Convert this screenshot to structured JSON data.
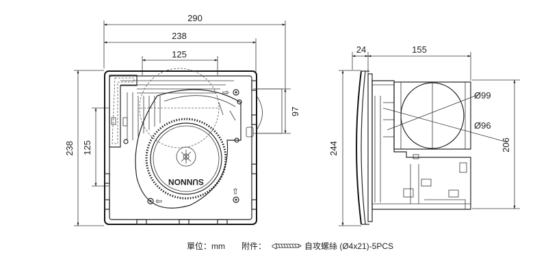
{
  "front_view": {
    "dim_overall_width": "290",
    "dim_body_width": "238",
    "dim_duct_spacing": "125",
    "dim_offset_right": "97",
    "dim_height_left": "238",
    "dim_height_inner": "125",
    "brand": "SUNNON"
  },
  "side_view": {
    "dim_depth_front": "24",
    "dim_depth_body": "155",
    "dim_height_left": "244",
    "dim_height_right": "206",
    "duct_outer": "Ø99",
    "duct_inner": "Ø96"
  },
  "footer": {
    "unit_label": "單位：mm",
    "accessory_label": "附件：",
    "accessory_text": "自攻螺絲 (Ø4x21)-5PCS",
    "screw_icon": "screw-icon"
  }
}
